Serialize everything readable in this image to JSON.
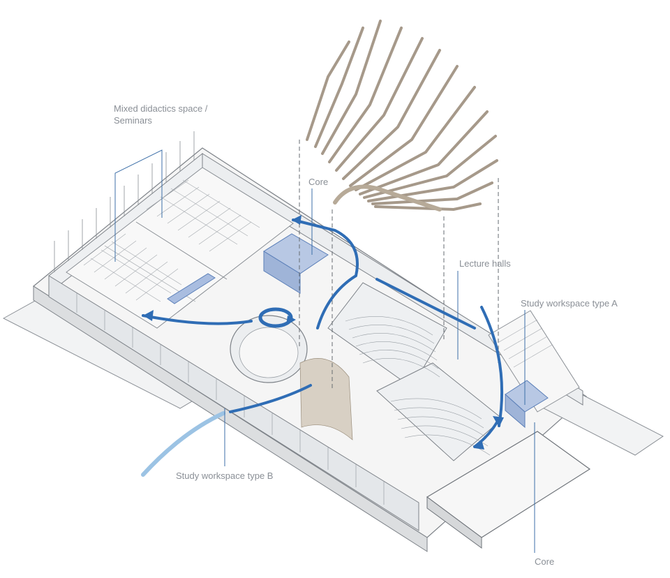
{
  "labels": {
    "mixed_line1": "Mixed didactics space /",
    "mixed_line2": "Seminars",
    "core_top": "Core",
    "lecture_halls": "Lecture halls",
    "study_type_a": "Study workspace type A",
    "study_type_b": "Study workspace type B",
    "core_bottom": "Core"
  },
  "colors": {
    "leader_line": "#3d6fa8",
    "flow_arrow": "#2f6db5",
    "core_fill": "#9fb4d8",
    "entry_flow": "#9cc3e4",
    "structure_line": "#7d8288",
    "wall_fill": "#eceef0",
    "floor_fill": "#f6f6f6",
    "fin_fill": "#d8d0c4"
  }
}
